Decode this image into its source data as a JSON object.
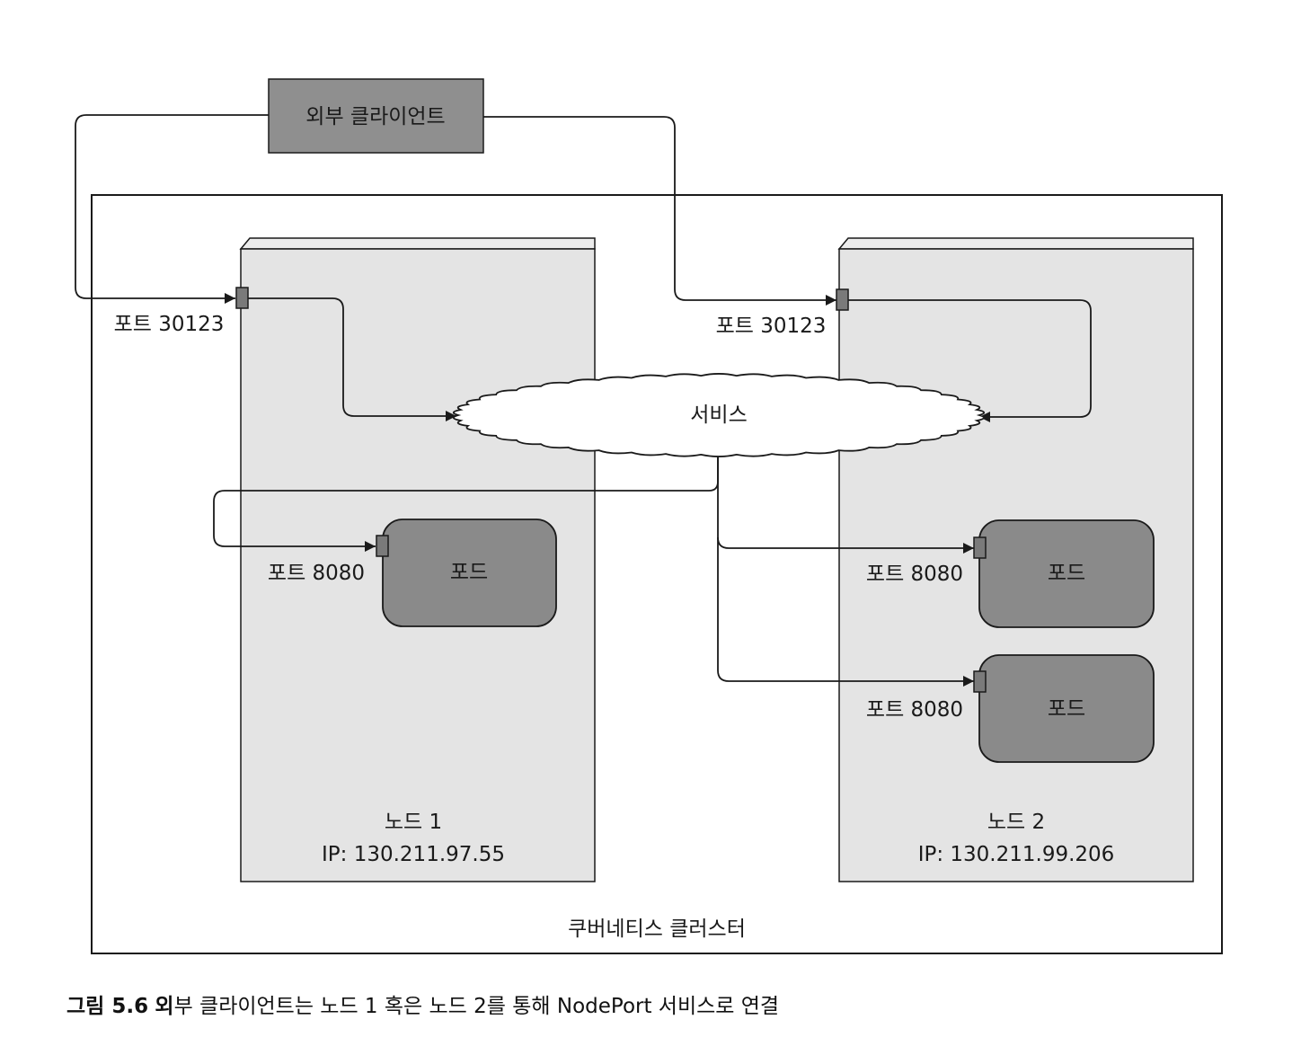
{
  "external_client": {
    "label": "외부 클라이언트"
  },
  "service": {
    "label": "서비스"
  },
  "cluster": {
    "label": "쿠버네티스 클러스터"
  },
  "nodes": [
    {
      "name": "노드 1",
      "ip": "IP: 130.211.97.55",
      "node_port_label": "포트 30123",
      "pods": [
        {
          "label": "포드",
          "port_label": "포트 8080"
        }
      ]
    },
    {
      "name": "노드 2",
      "ip": "IP: 130.211.99.206",
      "node_port_label": "포트 30123",
      "pods": [
        {
          "label": "포드",
          "port_label": "포트 8080"
        },
        {
          "label": "포드",
          "port_label": "포트 8080"
        }
      ]
    }
  ],
  "caption": {
    "prefix": "그림 5.6",
    "bold_word": "외",
    "text": "부 클라이언트는 노드 1 혹은 노드 2를 통해 NodePort 서비스로 연결"
  },
  "colors": {
    "client_fill": "#8f8f8f",
    "node_fill": "#e4e4e4",
    "pod_fill": "#8a8a8a",
    "port_fill": "#7a7a7a",
    "line": "#1a1a1a"
  }
}
